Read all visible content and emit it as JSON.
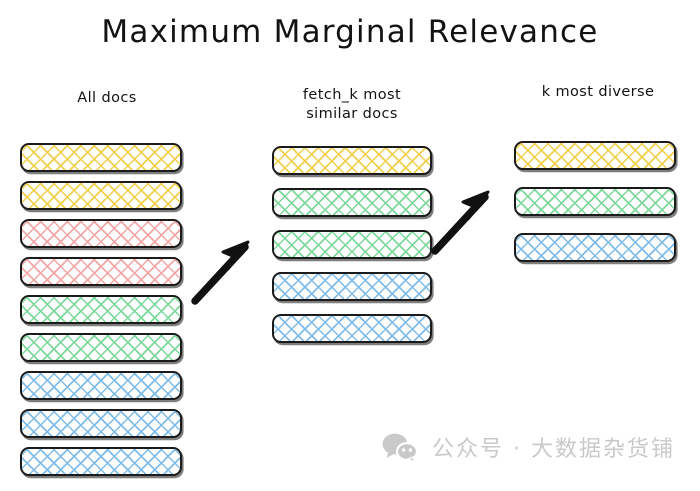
{
  "title": "Maximum Marginal Relevance",
  "columns": [
    {
      "id": "all-docs",
      "heading": "All docs",
      "docs": [
        {
          "color": "yellow"
        },
        {
          "color": "yellow"
        },
        {
          "color": "red"
        },
        {
          "color": "red"
        },
        {
          "color": "green"
        },
        {
          "color": "green"
        },
        {
          "color": "blue"
        },
        {
          "color": "blue"
        },
        {
          "color": "blue"
        }
      ]
    },
    {
      "id": "fetch-k-similar",
      "heading": "fetch_k most\nsimilar docs",
      "docs": [
        {
          "color": "yellow"
        },
        {
          "color": "green"
        },
        {
          "color": "green"
        },
        {
          "color": "blue"
        },
        {
          "color": "blue"
        }
      ]
    },
    {
      "id": "k-most-diverse",
      "heading": "k most diverse",
      "docs": [
        {
          "color": "yellow"
        },
        {
          "color": "green"
        },
        {
          "color": "blue"
        }
      ]
    }
  ],
  "arrows": [
    {
      "id": "arrow-all-to-fetch",
      "direction": "up-right"
    },
    {
      "id": "arrow-fetch-to-diverse",
      "direction": "up-right"
    }
  ],
  "watermark": {
    "icon": "wechat-icon",
    "text": "公众号 · 大数据杂货铺"
  },
  "palette": {
    "yellow": "#f0cf4a",
    "red": "#f3a6a6",
    "green": "#7ed79b",
    "blue": "#7fbcea",
    "outline": "#1b1b1b",
    "background": "#ffffff",
    "watermark": "#c9c9c9"
  }
}
